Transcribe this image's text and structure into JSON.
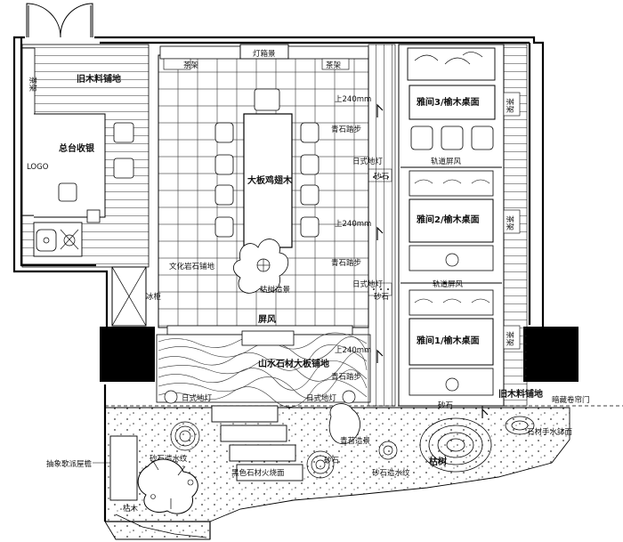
{
  "plan": {
    "labels": {
      "old_wood_floor_left": "旧木料铺地",
      "tea_rack_left": "茶架",
      "reception": "总台收银",
      "logo": "LOGO",
      "tea_rack_top1": "茶架",
      "light_box": "灯箱景",
      "tea_rack_top2": "茶架",
      "main_table": "大板鸡翅木",
      "culture_stone_floor": "文化岩石铺地",
      "dead_tree": "枯树造景",
      "ice_cabinet": "冰柜",
      "screen": "屏风",
      "stepping_stones_1": "青石踏步",
      "stepping_stones_2": "青石踏步",
      "stepping_stones_3": "青石踏步",
      "up_240_1": "上240mm",
      "up_240_2": "上240mm",
      "up_240_3": "上240mm",
      "floor_lamp_1": "日式地灯",
      "floor_lamp_2": "日式地灯",
      "floor_lamp_3": "日式地灯",
      "floor_lamp_4": "日式地灯",
      "gravel_1": "砂石",
      "gravel_2": "砂石",
      "gravel_3": "砂石",
      "gravel_4": "砂石",
      "private_room_3": "雅间3/榆木桌面",
      "private_room_2": "雅间2/榆木桌面",
      "private_room_1": "雅间1/榆木桌面",
      "track_screen_1": "轨道屏风",
      "track_screen_2": "轨道屏风",
      "tea_rack_right1": "茶架",
      "tea_rack_right2": "茶架",
      "tea_rack_right3": "茶架",
      "landscape_stone_floor": "山水石材大板铺地",
      "old_wood_floor_right": "旧木料铺地",
      "hidden_roller_blind": "暗藏卷帘门",
      "abstract_canopy": "抽象歌派屋檐",
      "gravel_water_pattern_1": "砂石造水纹",
      "gravel_water_pattern_2": "砂石造水纹",
      "black_stone_firepit": "黑色石材火烧面",
      "moss_landscape": "青苔造景",
      "dead_tree_2": "枯树",
      "wall_dead_tree": "枯木",
      "water_basin": "石材手水钵面"
    }
  }
}
